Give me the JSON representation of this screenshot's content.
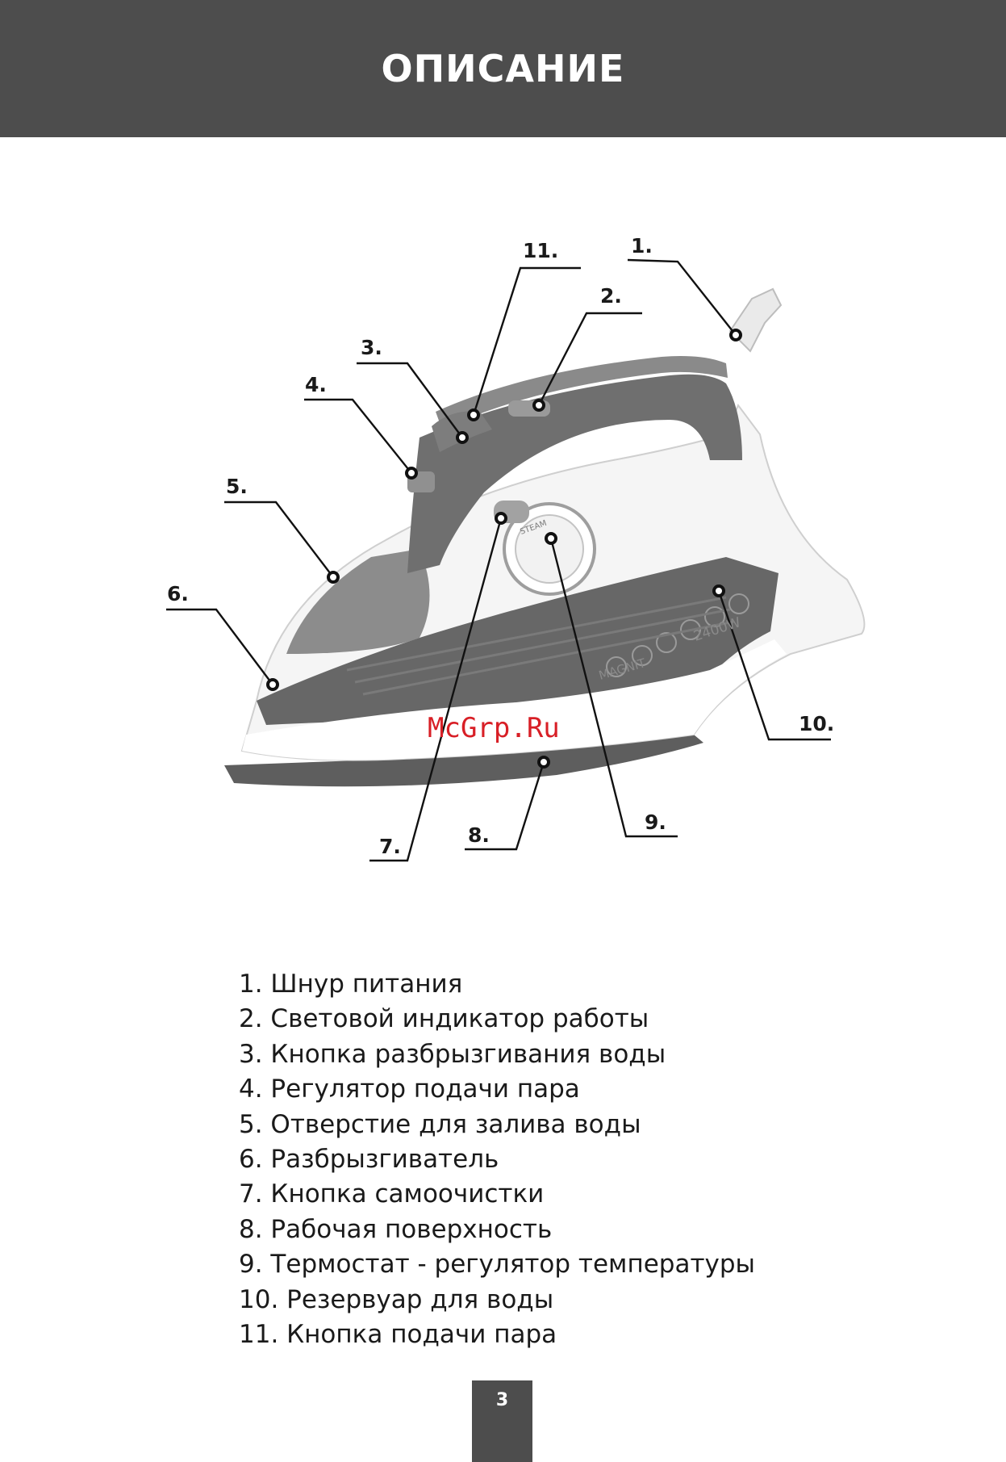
{
  "header": {
    "title": "ОПИСАНИЕ"
  },
  "figure": {
    "callouts": [
      "1.",
      "2.",
      "3.",
      "4.",
      "5.",
      "6.",
      "7.",
      "8.",
      "9.",
      "10.",
      "11."
    ],
    "iron_brand": "MAGNIT",
    "iron_power": "2400W",
    "dial_label": "STEAM",
    "watermark": "McGrp.Ru"
  },
  "legend": {
    "items": [
      "1. Шнур питания",
      "2. Световой индикатор работы",
      "3. Кнопка разбрызгивания воды",
      "4. Регулятор подачи пара",
      "5. Отверстие для залива воды",
      "6. Разбрызгиватель",
      "7. Кнопка самоочистки",
      "8. Рабочая поверхность",
      "9. Термостат - регулятор температуры",
      "10. Резервуар для воды",
      "11. Кнопка  подачи пара"
    ]
  },
  "footer": {
    "page_number": "3"
  }
}
